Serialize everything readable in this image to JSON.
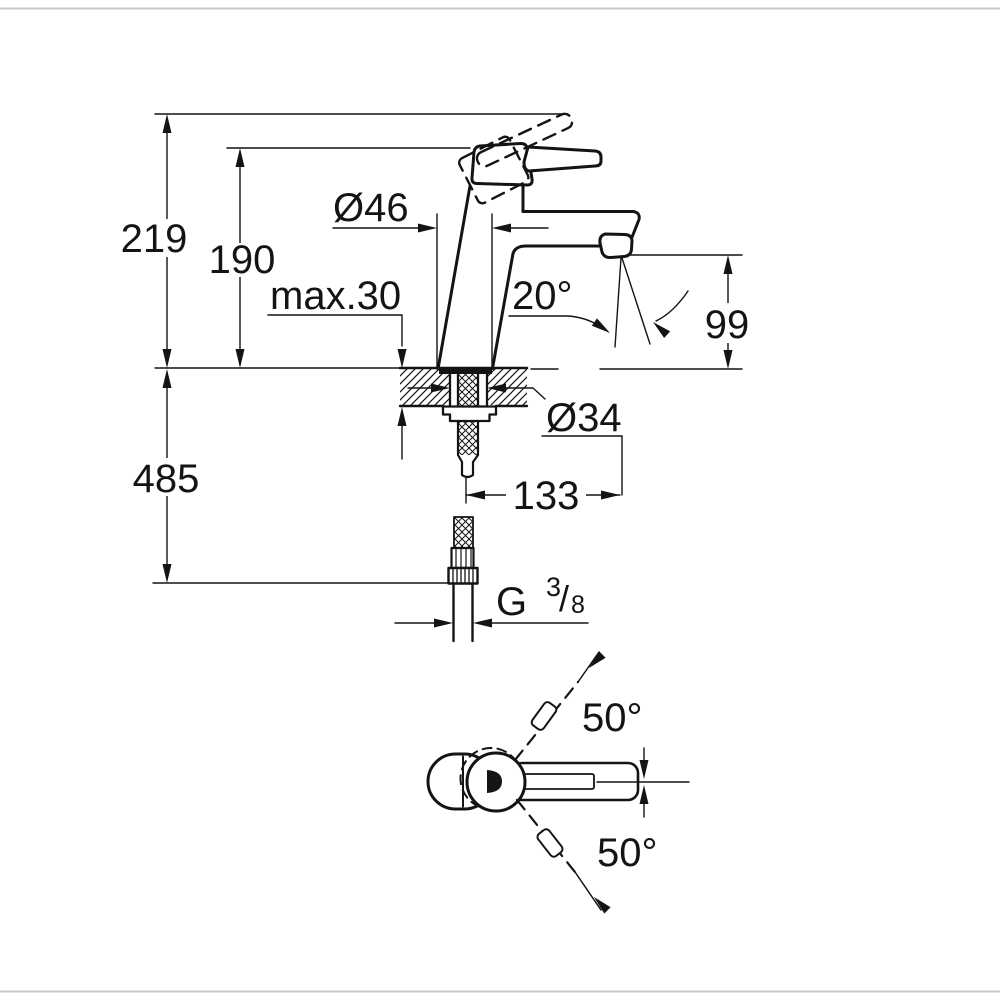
{
  "page": {
    "background": "#ffffff",
    "frame_color": "#c9c9c9",
    "line_color": "#141414"
  },
  "dimensions": {
    "overall_height": "219",
    "height_to_handle": "190",
    "body_diameter": "Ø46",
    "max_deck_thickness": "max.30",
    "spout_angle": "20°",
    "outlet_height": "99",
    "hole_diameter": "Ø34",
    "spout_reach": "133",
    "connection_length": "485",
    "thread_letter": "G",
    "thread_numerator": "3",
    "thread_slash": "/",
    "thread_denominator": "8",
    "handle_swing_upper": "50°",
    "handle_swing_lower": "50°"
  }
}
